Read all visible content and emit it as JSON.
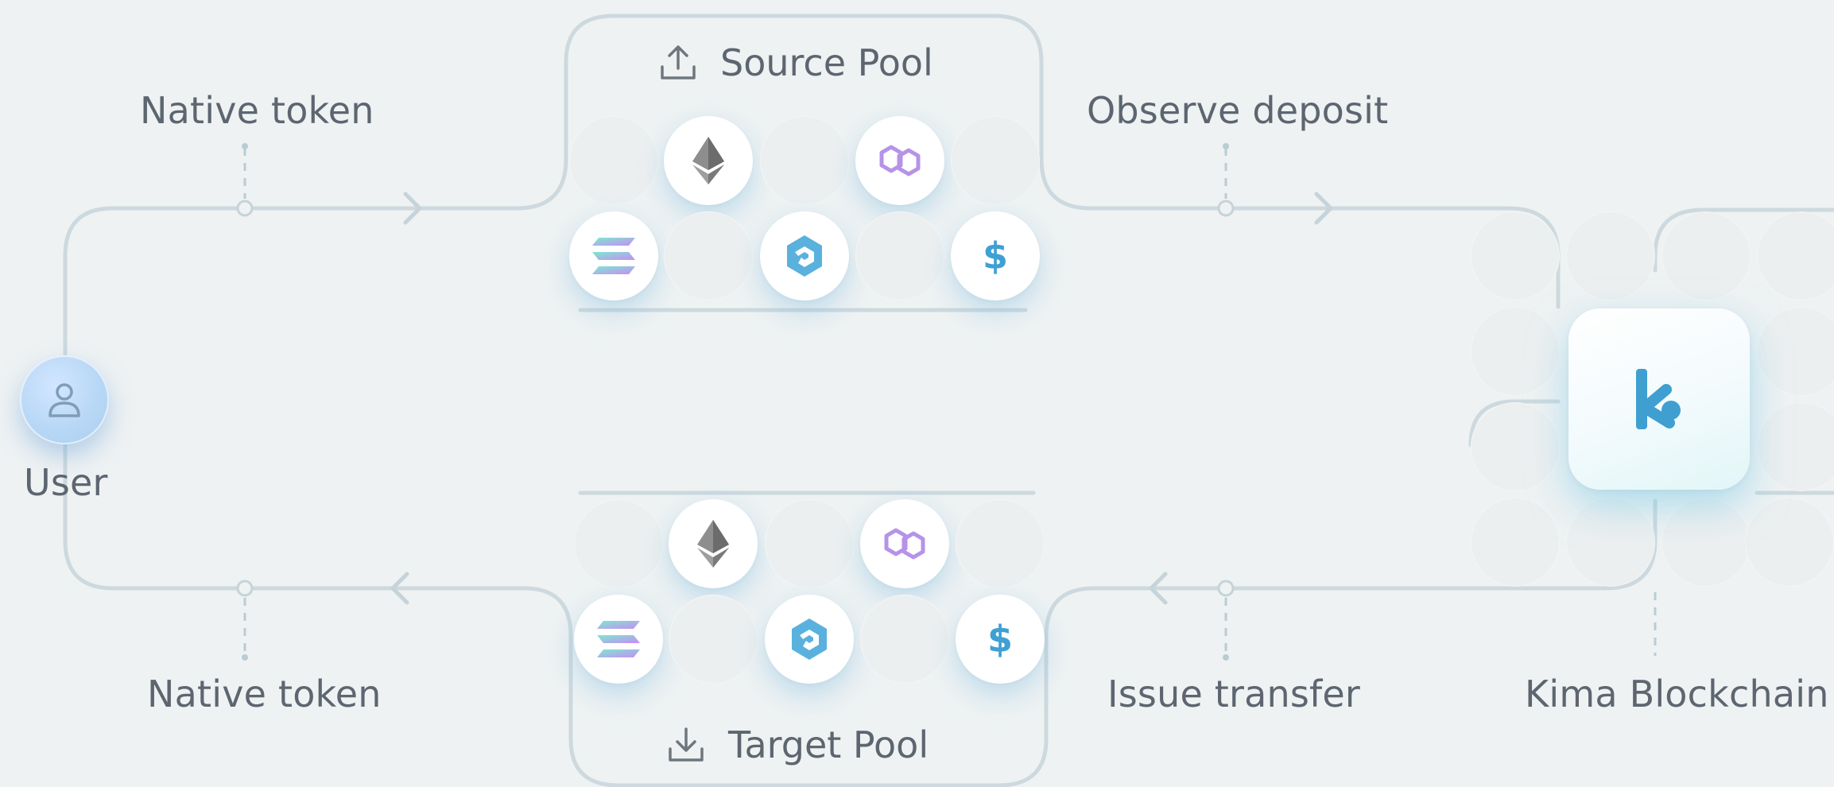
{
  "labels": {
    "native_token_top": "Native token",
    "observe_deposit": "Observe deposit",
    "user": "User",
    "native_token_bottom": "Native token",
    "issue_transfer": "Issue transfer",
    "kima_blockchain": "Kima Blockchain"
  },
  "source_pool": {
    "title": "Source Pool",
    "icon": "upload-icon",
    "tokens": [
      "ethereum-icon",
      "polygon-icon",
      "solana-icon",
      "chainlink-icon",
      "usd-icon"
    ]
  },
  "target_pool": {
    "title": "Target Pool",
    "icon": "download-icon",
    "tokens": [
      "ethereum-icon",
      "polygon-icon",
      "solana-icon",
      "chainlink-icon",
      "usd-icon"
    ]
  },
  "kima": {
    "logo": "kima-logo-icon"
  },
  "user": {
    "icon": "user-icon"
  },
  "colors": {
    "background": "#eef2f3",
    "line": "#cdd9de",
    "accent_blue": "#4aa8d6",
    "polygon_purple": "#b693e8",
    "text": "#5d6670"
  }
}
